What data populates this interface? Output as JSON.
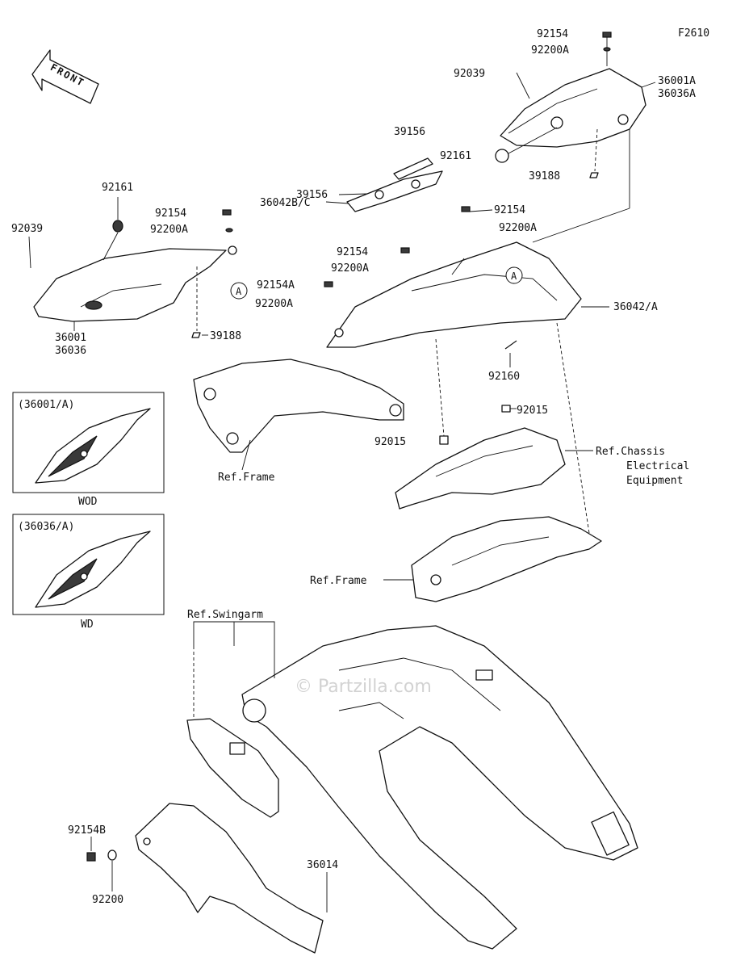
{
  "figure_code": "F2610",
  "front_label": "FRONT",
  "watermark": "© Partzilla.com",
  "labels": {
    "p92154_top": "92154",
    "p92200A_top": "92200A",
    "p92039_top": "92039",
    "p36001A": "36001A",
    "p36036A": "36036A",
    "p39156_top": "39156",
    "p92161_top": "92161",
    "p39156_mid": "39156",
    "p39188_top": "39188",
    "p36042BC": "36042B/C",
    "p92154_r1": "92154",
    "p92200A_r1": "92200A",
    "p92154_r2": "92154",
    "p92200A_r2": "92200A",
    "p92154A": "92154A",
    "p92200A_r3": "92200A",
    "p36042A": "36042/A",
    "p92160": "92160",
    "p92015_r": "92015",
    "p92015_l": "92015",
    "p92161_left": "92161",
    "p92039_left": "92039",
    "p92154_left": "92154",
    "p92200A_left": "92200A",
    "p39188_left": "39188",
    "p36001": "36001",
    "p36036": "36036",
    "ref_frame_1": "Ref.Frame",
    "ref_frame_2": "Ref.Frame",
    "ref_chassis_1": "Ref.Chassis",
    "ref_chassis_2": "Electrical",
    "ref_chassis_3": "Equipment",
    "ref_swingarm": "Ref.Swingarm",
    "p92154B": "92154B",
    "p92200": "92200",
    "p36014": "36014",
    "marker_A": "A"
  },
  "inset_wod": {
    "title": "(36001/A)",
    "caption": "WOD"
  },
  "inset_wd": {
    "title": "(36036/A)",
    "caption": "WD"
  }
}
